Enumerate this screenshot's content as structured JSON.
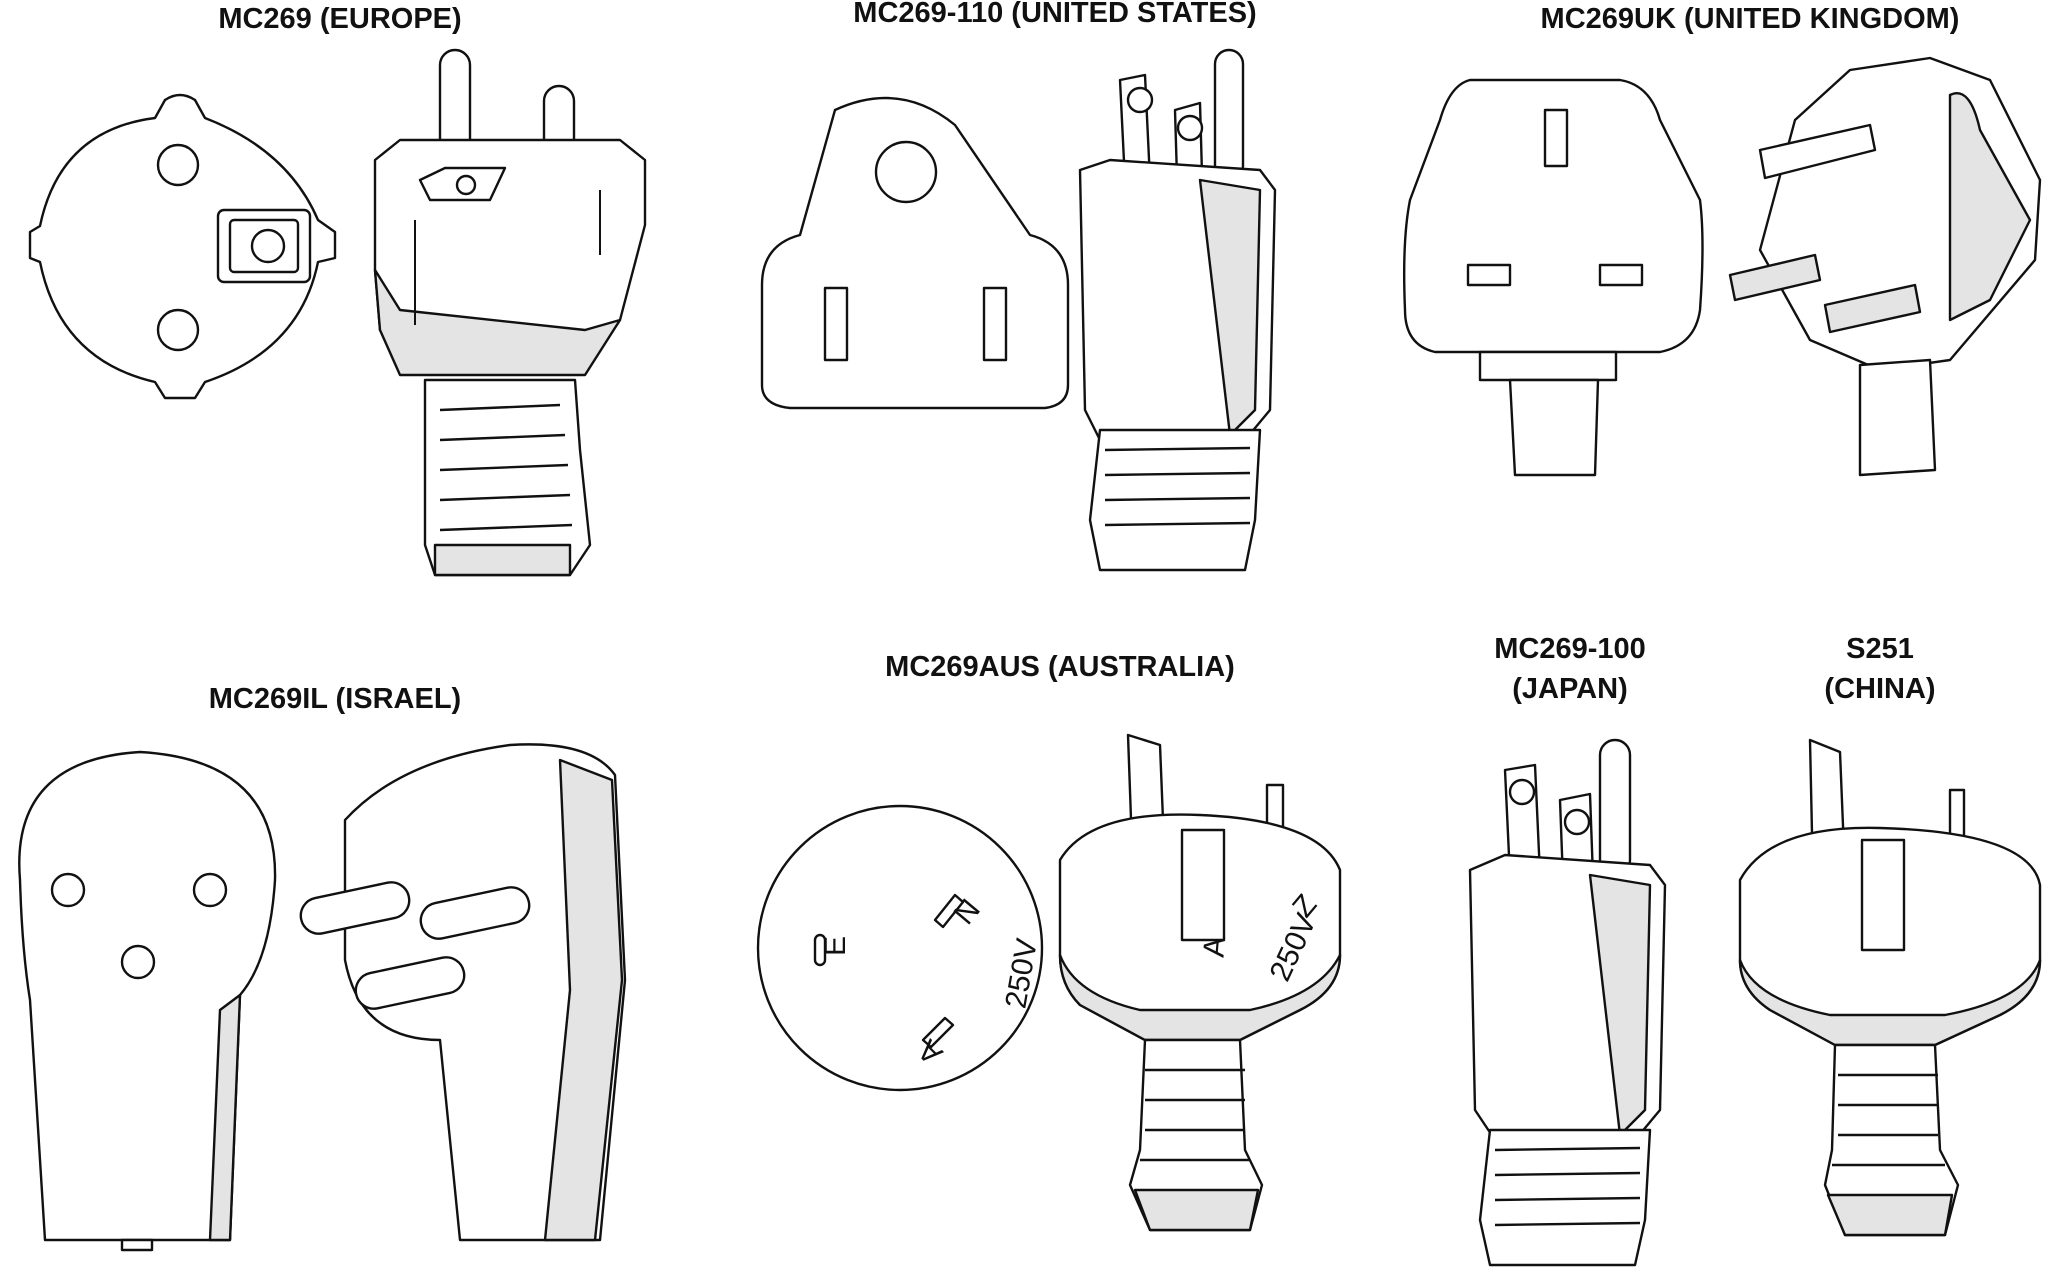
{
  "plugs": [
    {
      "id": "europe",
      "label": "MC269 (EUROPE)"
    },
    {
      "id": "us",
      "label": "MC269-110 (UNITED STATES)"
    },
    {
      "id": "uk",
      "label": "MC269UK (UNITED KINGDOM)"
    },
    {
      "id": "israel",
      "label": "MC269IL (ISRAEL)"
    },
    {
      "id": "australia",
      "label": "MC269AUS (AUSTRALIA)"
    },
    {
      "id": "japan",
      "label_line1": "MC269-100",
      "label_line2": "(JAPAN)"
    },
    {
      "id": "china",
      "label_line1": "S251",
      "label_line2": "(CHINA)"
    }
  ],
  "markings": {
    "earth": "E",
    "neutral": "N",
    "active": "A",
    "rating": "250V",
    "plug_neutral": "Z"
  }
}
